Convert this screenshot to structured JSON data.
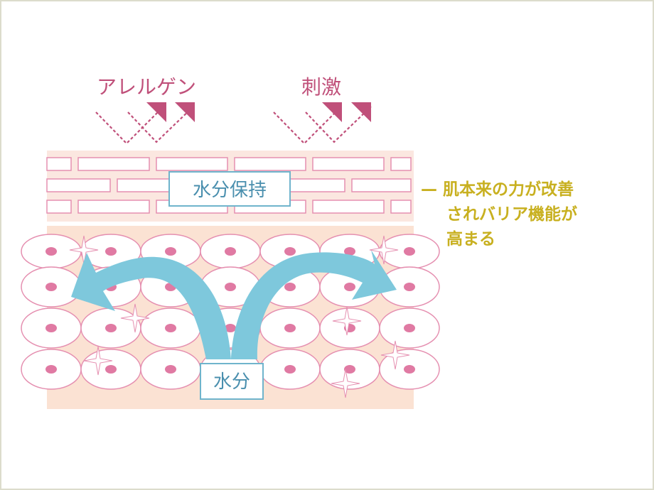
{
  "labels": {
    "allergen": "アレルゲン",
    "irritant": "刺激",
    "moisture_retention": "水分保持",
    "moisture": "水分",
    "barrier_line1": "— 肌本来の力が改善",
    "barrier_line2": "されバリア機能が",
    "barrier_line3": "高まる"
  },
  "colors": {
    "frame_border": "#dcdccc",
    "accent_magenta": "#c0507a",
    "barrier_text": "#c8b020",
    "stratum_bg": "#fbe7e0",
    "cell_outline": "#e58fb0",
    "cell_nucleus": "#e07aa3",
    "cell_fill": "#ffffff",
    "dermis_bg": "#fbe2d3",
    "water_arrow": "#7ec8dc",
    "label_box_border": "#6fb4cc",
    "label_box_text": "#4a8fae"
  }
}
